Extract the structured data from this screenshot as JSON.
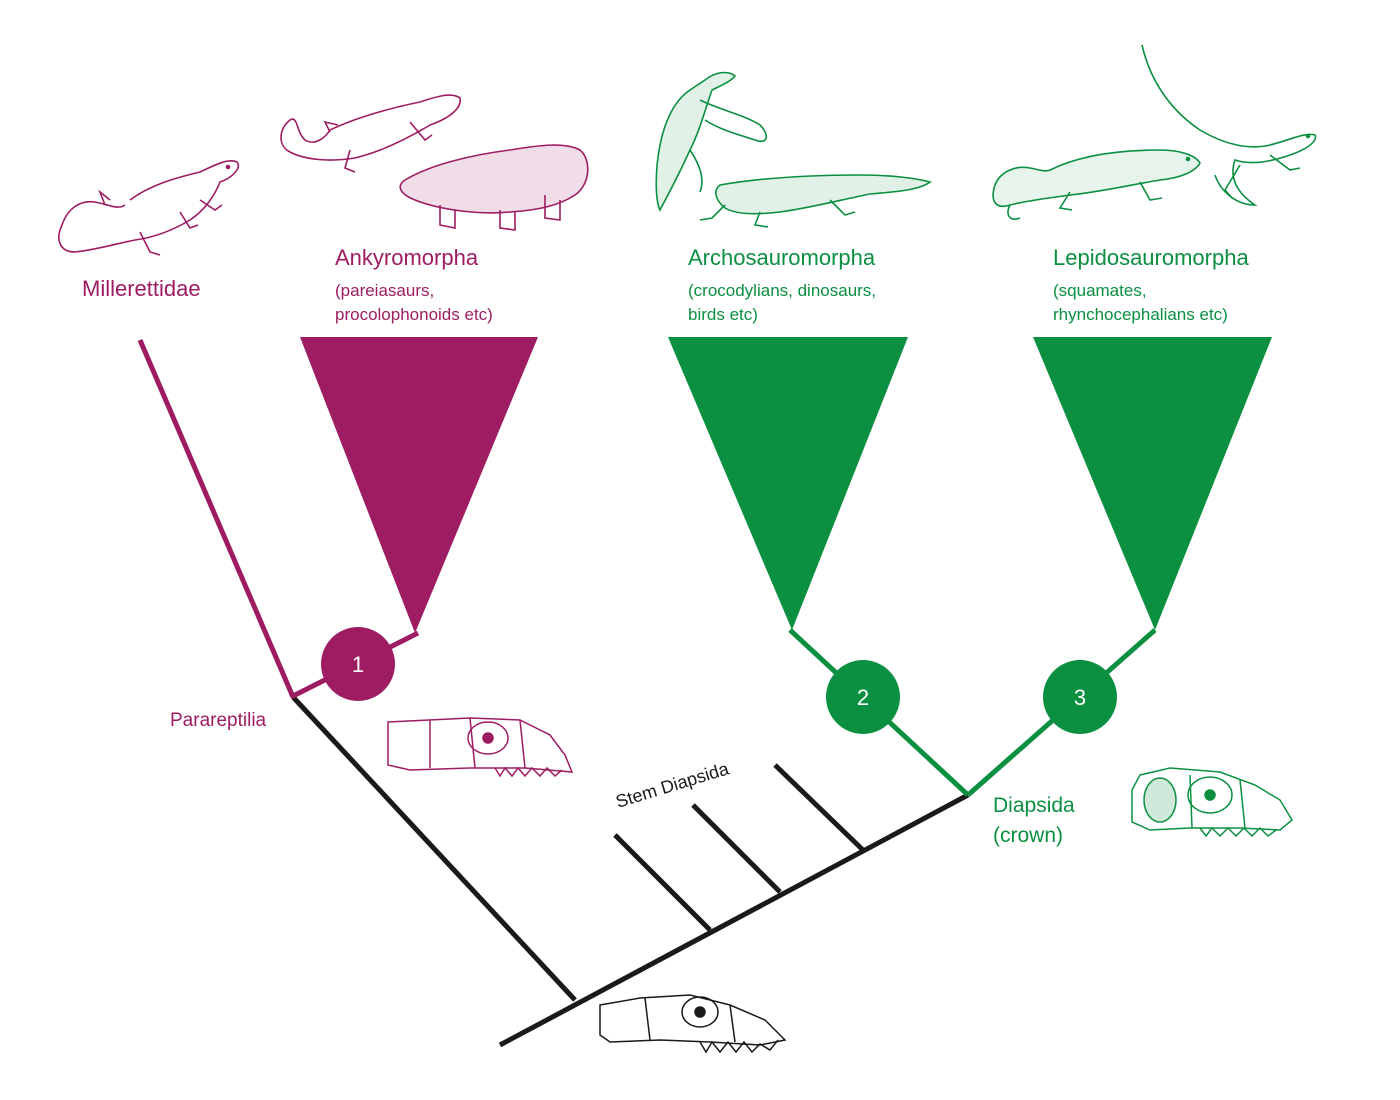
{
  "colors": {
    "parareptile": "#9e1c62",
    "diapsid": "#0b8f41",
    "stem": "#1a1a1a"
  },
  "clades": {
    "millerettidae": {
      "name": "Millerettidae"
    },
    "ankyromorpha": {
      "name": "Ankyromorpha",
      "sub_1": "(pareiasaurs,",
      "sub_2": "procolophonoids etc)"
    },
    "archosauromorpha": {
      "name": "Archosauromorpha",
      "sub_1": "(crocodylians, dinosaurs,",
      "sub_2": "birds etc)"
    },
    "lepidosauromorpha": {
      "name": "Lepidosauromorpha",
      "sub_1": "(squamates,",
      "sub_2": "rhynchocephalians etc)"
    }
  },
  "node_labels": {
    "parareptilia": "Parareptilia",
    "stem_diapsida": "Stem Diapsida",
    "diapsida_1": "Diapsida",
    "diapsida_2": "(crown)"
  },
  "nodes": [
    "1",
    "2",
    "3"
  ],
  "illustrations": [
    "lizard-illustration-millerettid",
    "reptile-illustrations-ankyromorph",
    "bird-and-crocodile-illustrations",
    "lizard-illustrations-lepidosaur",
    "skull-parareptile",
    "skull-diapsid",
    "skull-basal-reptile"
  ]
}
